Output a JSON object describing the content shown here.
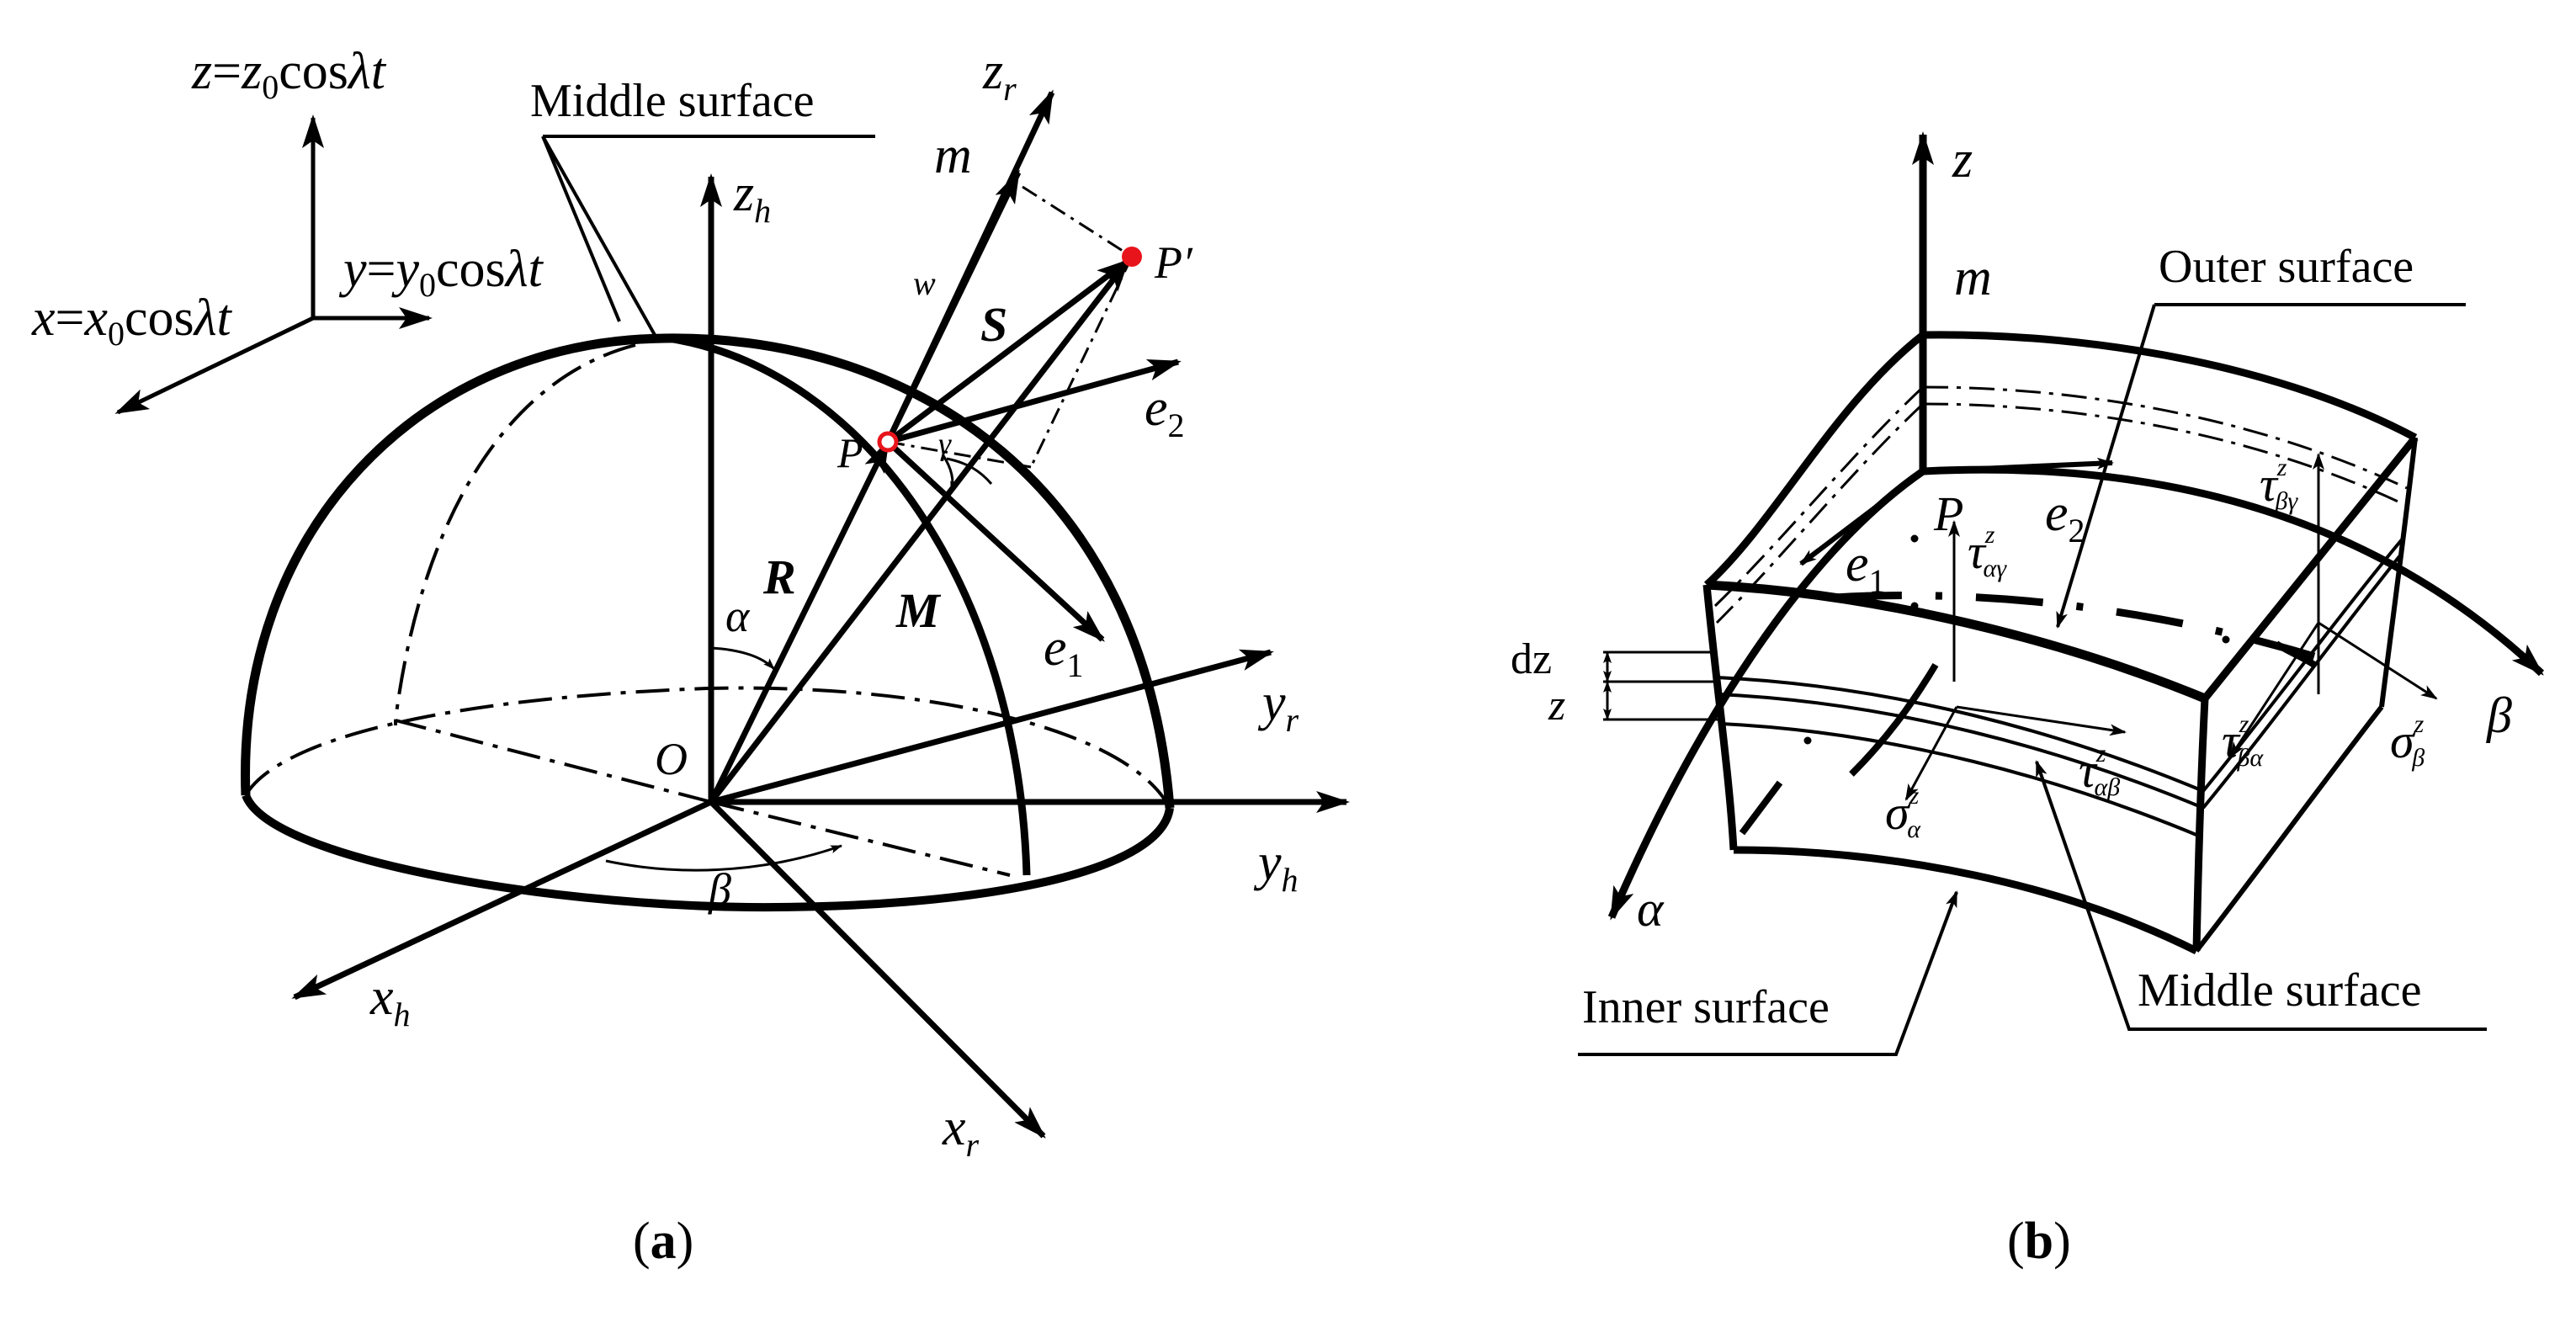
{
  "panel_a": {
    "caption_letter": "a",
    "eq_z": [
      "z",
      "=",
      "z",
      "0",
      "cos",
      "λ",
      "t"
    ],
    "eq_y": [
      "y",
      "=",
      "y",
      "0",
      "cos",
      "λ",
      "t"
    ],
    "eq_x": [
      "x",
      "=",
      "x",
      "0",
      "cos",
      "λ",
      "t"
    ],
    "middle_surface": "Middle surface",
    "z_h": [
      "z",
      "h"
    ],
    "y_h": [
      "y",
      "h"
    ],
    "x_h": [
      "x",
      "h"
    ],
    "z_r": [
      "z",
      "r"
    ],
    "y_r": [
      "y",
      "r"
    ],
    "x_r": [
      "x",
      "r"
    ],
    "m": "m",
    "w": "w",
    "S": "S",
    "P": "P",
    "P_prime": "P′",
    "e2": [
      "e",
      "2"
    ],
    "e1": [
      "e",
      "1"
    ],
    "R": "R",
    "M": "M",
    "O": "O",
    "alpha": "α",
    "beta": "β",
    "gamma": "γ"
  },
  "panel_b": {
    "caption_letter": "b",
    "z": "z",
    "m": "m",
    "outer_surface": "Outer surface",
    "inner_surface": "Inner surface",
    "middle_surface": "Middle surface",
    "P": "P",
    "e2": [
      "e",
      "2"
    ],
    "e1": [
      "e",
      "1"
    ],
    "dz": "dz",
    "z_small": "z",
    "alpha": "α",
    "beta": "β",
    "tau_ag": [
      "τ",
      "z",
      "αγ"
    ],
    "tau_bg": [
      "τ",
      "z",
      "βγ"
    ],
    "tau_ab": [
      "τ",
      "z",
      "αβ"
    ],
    "tau_ba": [
      "τ",
      "z",
      "βα"
    ],
    "sigma_a": [
      "σ",
      "z",
      "α"
    ],
    "sigma_b": [
      "σ",
      "z",
      "β"
    ]
  },
  "colors": {
    "line": "#000000",
    "point": "#e8141b"
  }
}
